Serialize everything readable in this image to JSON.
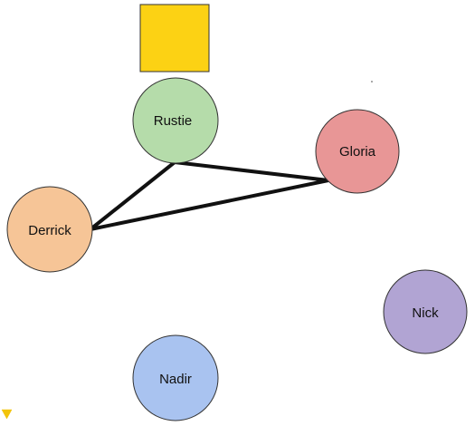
{
  "nodes": [
    {
      "id": "rustie",
      "label": "Rustie",
      "color": "#b5dcaa"
    },
    {
      "id": "gloria",
      "label": "Gloria",
      "color": "#e89696"
    },
    {
      "id": "derrick",
      "label": "Derrick",
      "color": "#f6c597"
    },
    {
      "id": "nick",
      "label": "Nick",
      "color": "#b1a4d3"
    },
    {
      "id": "nadir",
      "label": "Nadir",
      "color": "#a9c3f0"
    }
  ],
  "edges": [
    {
      "from": "rustie",
      "to": "gloria"
    },
    {
      "from": "rustie",
      "to": "derrick"
    },
    {
      "from": "derrick",
      "to": "gloria"
    }
  ],
  "square_marker": {
    "color": "#fcd214"
  },
  "corner_marker": {
    "shape": "triangle-down",
    "color": "#f2c40c"
  },
  "stroke_color": "#111111",
  "node_border_color": "#333333"
}
